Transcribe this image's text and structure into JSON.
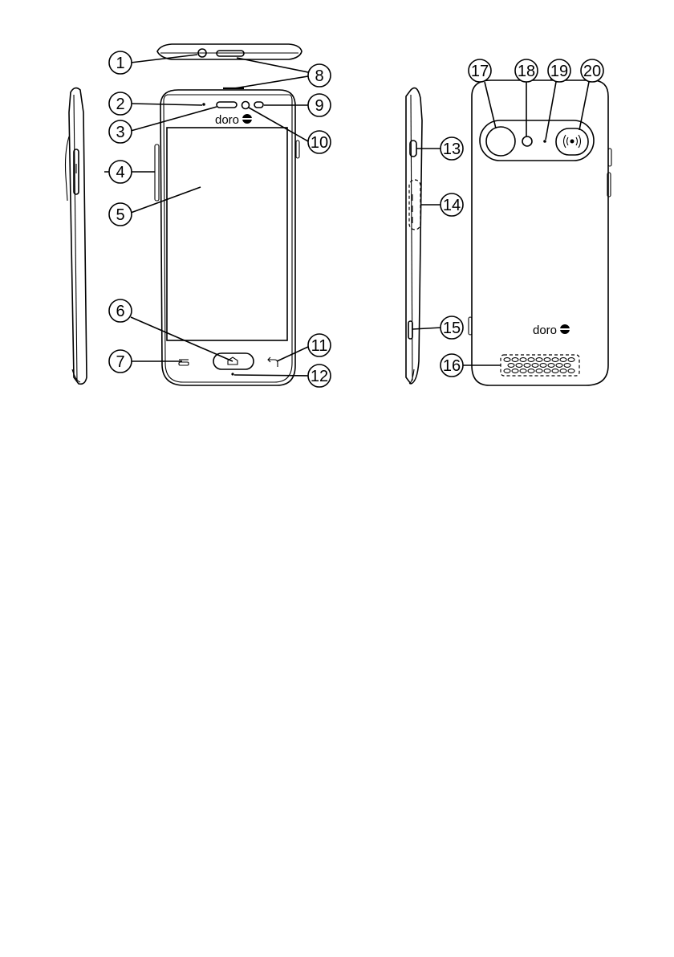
{
  "brand": {
    "logo_text": "doro"
  },
  "callouts": [
    {
      "number": "1"
    },
    {
      "number": "2"
    },
    {
      "number": "3"
    },
    {
      "number": "4"
    },
    {
      "number": "5"
    },
    {
      "number": "6"
    },
    {
      "number": "7"
    },
    {
      "number": "8"
    },
    {
      "number": "9"
    },
    {
      "number": "10"
    },
    {
      "number": "11"
    },
    {
      "number": "12"
    },
    {
      "number": "13"
    },
    {
      "number": "14"
    },
    {
      "number": "15"
    },
    {
      "number": "16"
    },
    {
      "number": "17"
    },
    {
      "number": "18"
    },
    {
      "number": "19"
    },
    {
      "number": "20"
    }
  ],
  "icons": {
    "home": "home-icon",
    "back": "back-arrow-icon",
    "menu": "menu-icon",
    "emergency": "emergency-button-icon",
    "logo": "doro-logo-icon"
  }
}
